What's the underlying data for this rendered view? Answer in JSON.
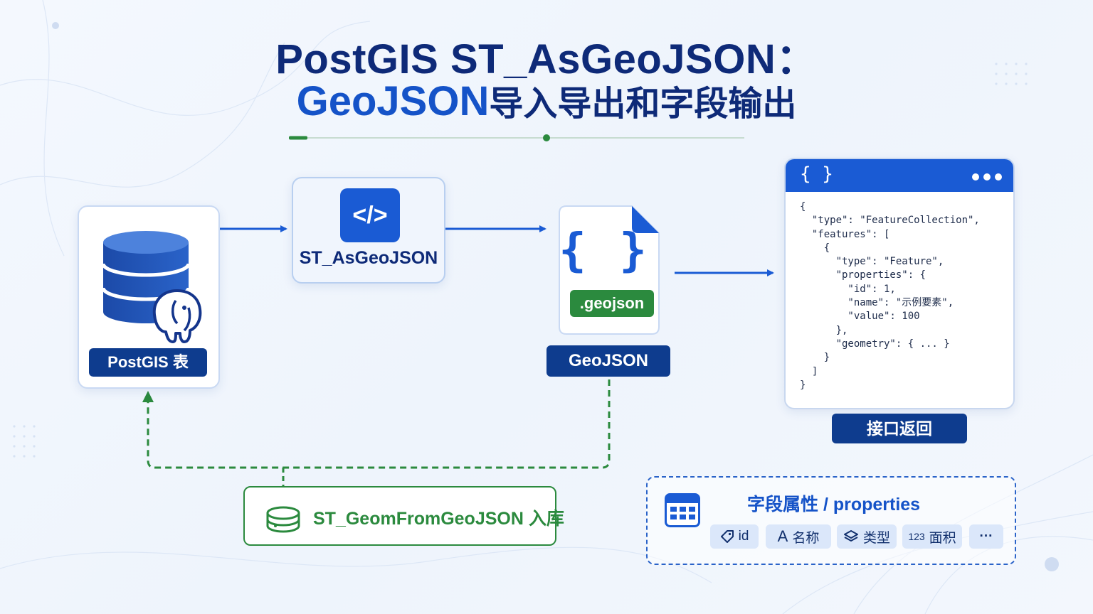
{
  "title": {
    "line1": "PostGIS ST_AsGeoJSON：",
    "line2_part1": "GeoJSON",
    "line2_part2": "导入导出和字段输出"
  },
  "nodes": {
    "postgis_label": "PostGIS 表",
    "st_asgeojson_label": "ST_AsGeoJSON",
    "code_icon_text": "</>",
    "file_brace": "{ }",
    "file_badge": ".geojson",
    "geojson_label": "GeoJSON",
    "api_return_label": "接口返回",
    "geomfrom_label": "ST_GeomFromGeoJSON 入库"
  },
  "json_card": {
    "header_icon": "{ }",
    "code": "{\n  \"type\": \"FeatureCollection\",\n  \"features\": [\n    {\n      \"type\": \"Feature\",\n      \"properties\": {\n        \"id\": 1,\n        \"name\": \"示例要素\",\n        \"value\": 100\n      },\n      \"geometry\": { ... }\n    }\n  ]\n}"
  },
  "fields": {
    "title": "字段属性 / properties",
    "chips": [
      {
        "icon": "tag-icon",
        "label": "id"
      },
      {
        "icon": "letter-a-icon",
        "glyph": "A",
        "label": "名称"
      },
      {
        "icon": "layers-icon",
        "label": "类型"
      },
      {
        "icon": "number-icon",
        "glyph": "123",
        "label": "面积"
      },
      {
        "icon": "more-icon",
        "label": "···"
      }
    ]
  },
  "colors": {
    "navy": "#0e2a78",
    "blue": "#1a5bd4",
    "green": "#2b8a3e",
    "pill": "#0e3c8e"
  }
}
